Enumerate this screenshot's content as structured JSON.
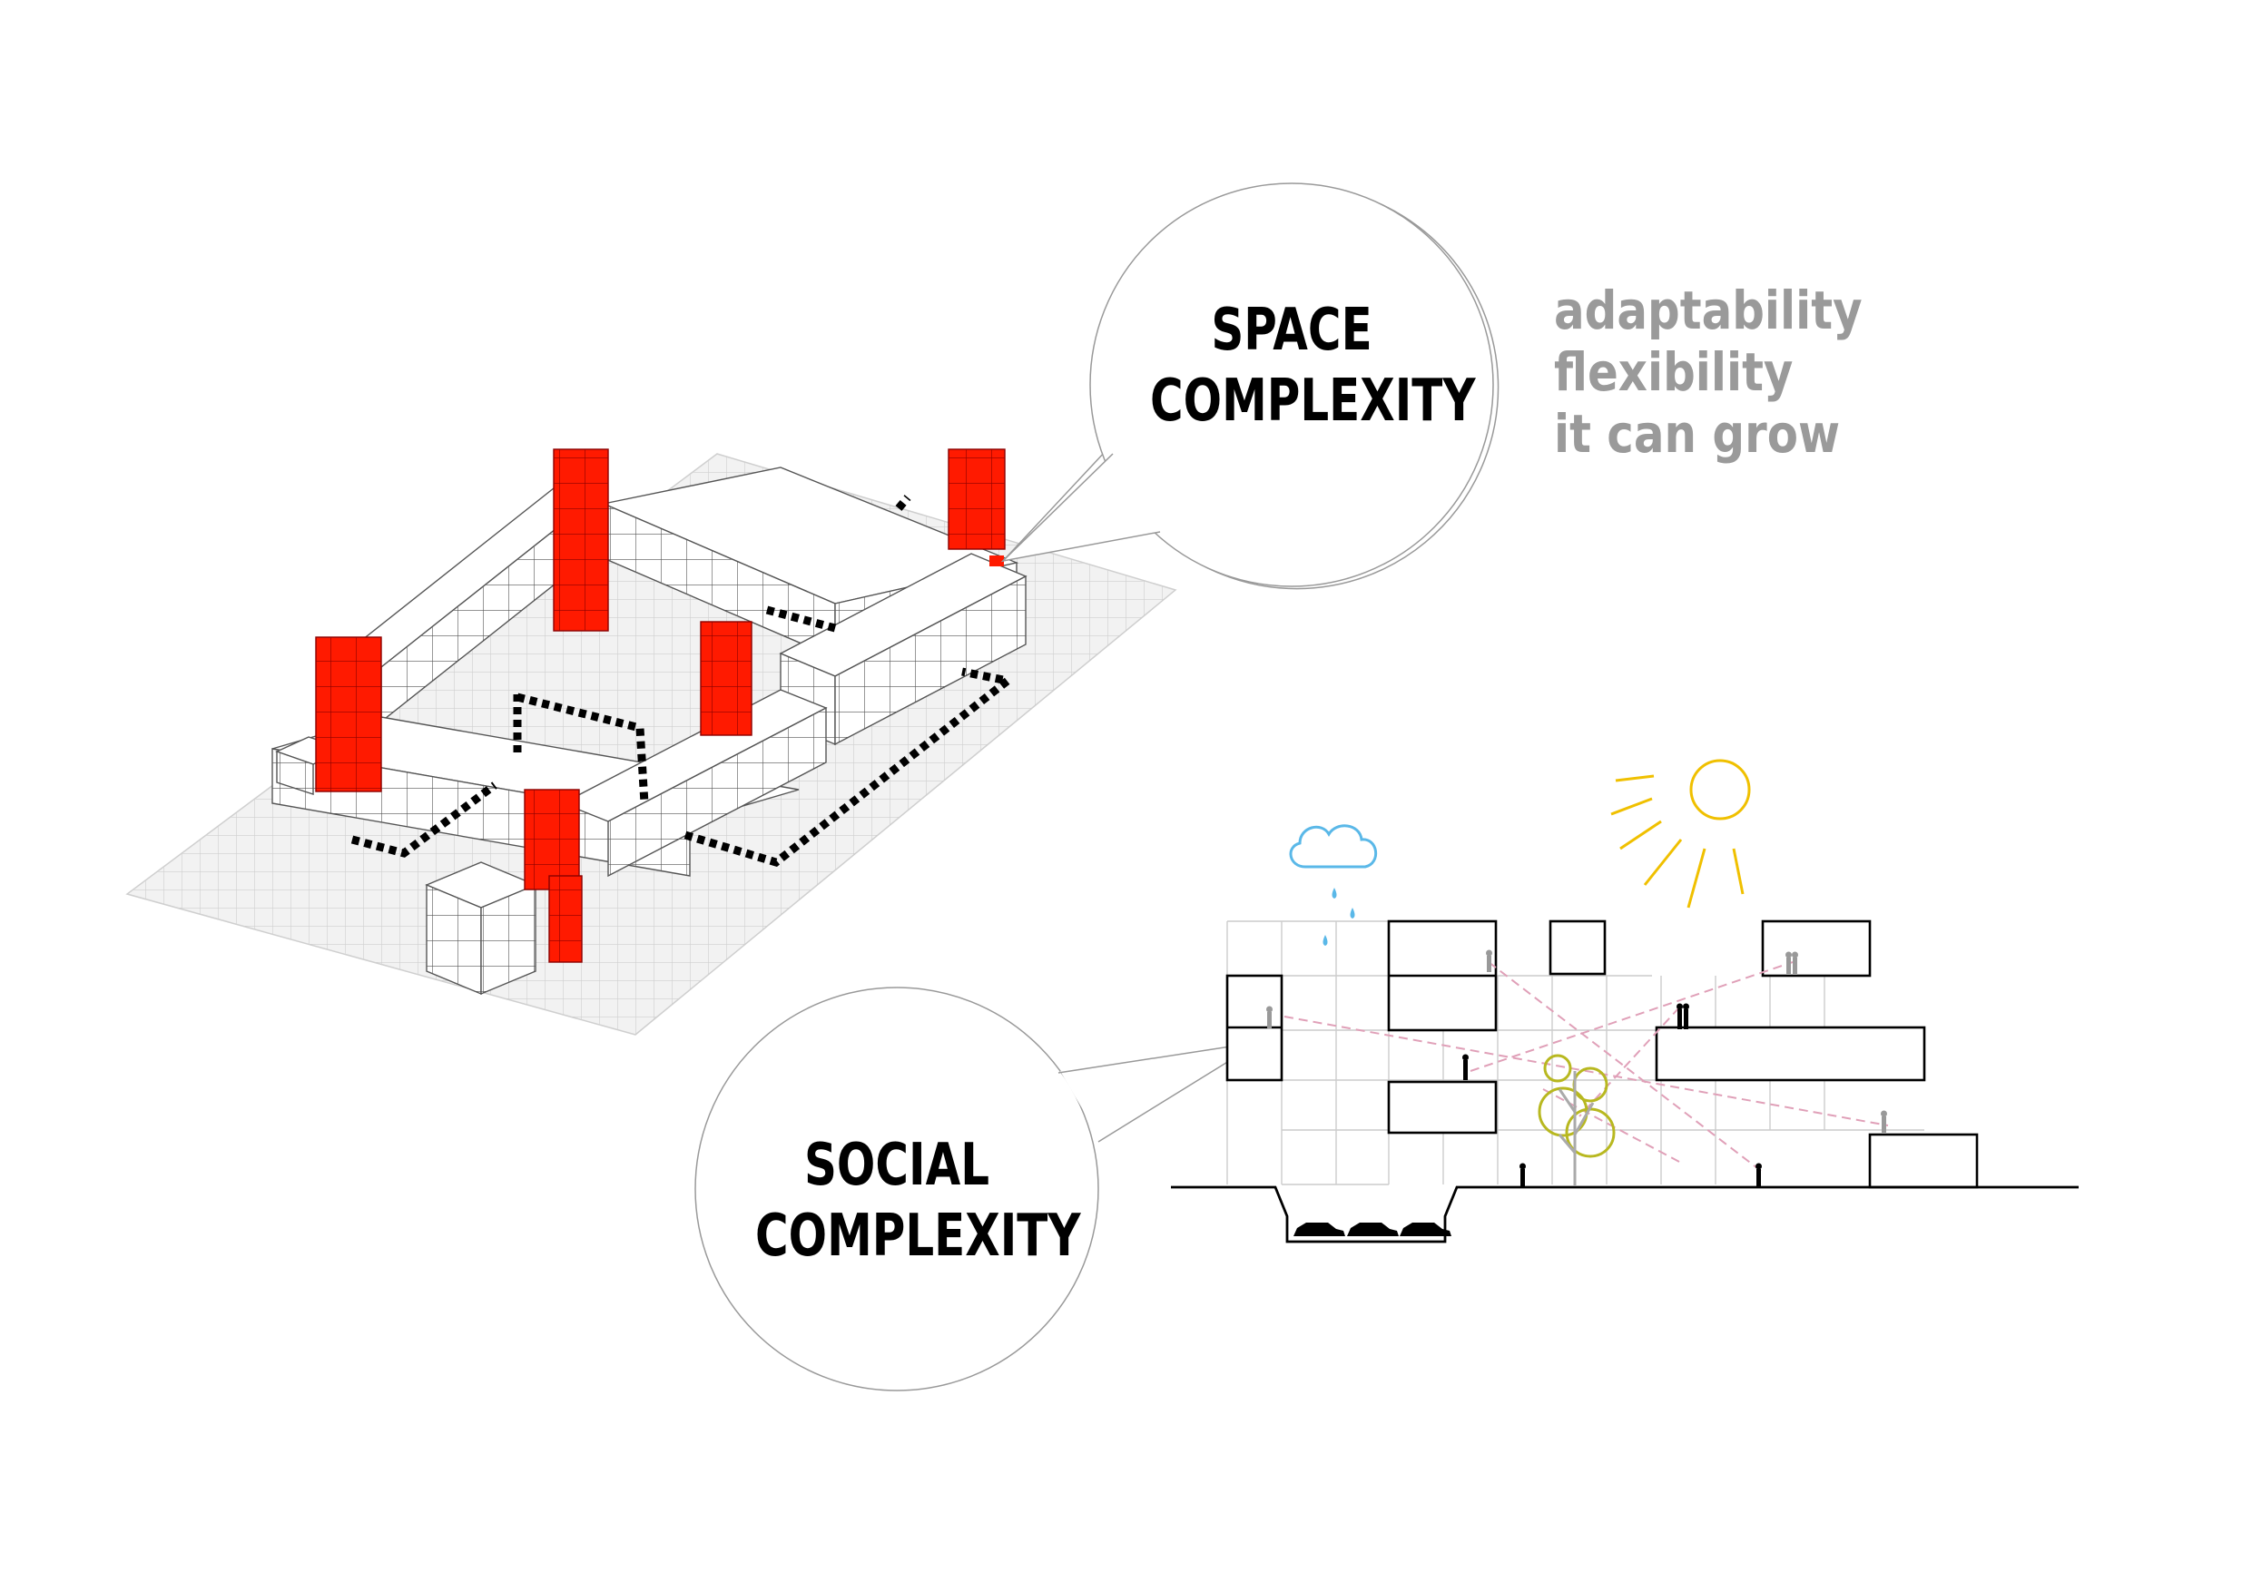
{
  "colors": {
    "accent_red": "#ff1a00",
    "grid_gray": "#cfcfcf",
    "keyword_gray": "#9a9a9a",
    "rain_blue": "#5ab8e8",
    "sun_yellow": "#f0c000",
    "tree_green": "#b8b820",
    "sightline_pink": "#e0a0b8"
  },
  "space_bubble": {
    "line1": "SPACE",
    "line2": "COMPLEXITY"
  },
  "social_bubble": {
    "line1": "SOCIAL",
    "line2": "COMPLEXITY"
  },
  "keywords": [
    "adaptability",
    "flexibility",
    "it can grow"
  ],
  "icons": {
    "cloud": "cloud-icon",
    "sun": "sun-icon",
    "tree": "tree-icon",
    "car": "car-icon",
    "person": "person-icon"
  }
}
